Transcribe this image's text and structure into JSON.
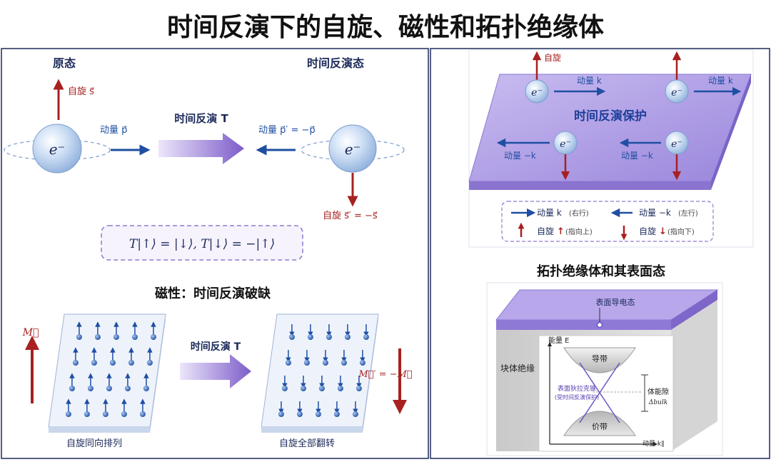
{
  "title": "时间反演下的自旋、磁性和拓扑绝缘体",
  "panel_a": {
    "original_label": "原态",
    "reversed_label": "时间反演态",
    "spin_label": "自旋 s⃗",
    "momentum_label": "动量 p⃗",
    "electron": "e⁻",
    "tr_label": "时间反演 T",
    "momentum_rev_label": "动量 p⃗′ = −p⃗",
    "spin_rev_label": "自旋 s⃗′ = −s⃗",
    "formula": "T|↑⟩ = |↓⟩,    T|↓⟩ = −|↑⟩"
  },
  "panel_b": {
    "heading": "磁性：时间反演破缺",
    "magnetization_label": "M⃗",
    "tr_label": "时间反演 T",
    "magnetization_rev_label": "M⃗′ = −M⃗",
    "aligned_caption": "自旋同向排列",
    "flipped_caption": "自旋全部翻转"
  },
  "panel_c": {
    "spin_label": "自旋",
    "momentum_k": "动量 k",
    "momentum_neg_k": "动量 −k",
    "electron": "e⁻",
    "protect_label": "时间反演保护",
    "legend": {
      "right_label": "动量 k",
      "right_note": "(右行)",
      "left_label": "动量 −k",
      "left_note": "(左行)",
      "up_label": "自旋",
      "up_note": "(指向上)",
      "down_label": "自旋",
      "down_note": "(指向下)"
    }
  },
  "panel_d": {
    "heading": "拓扑绝缘体和其表面态",
    "surface_label": "表面导电态",
    "bulk_label": "块体绝缘",
    "energy_label": "能量 E",
    "conduction_label": "导带",
    "valence_label": "价带",
    "dirac_label": "表面狄拉克锥",
    "dirac_note": "(受时间反演保护)",
    "gap_label": "体能隙",
    "gap_symbol": "Δbulk",
    "momentum_axis": "动量 k∥"
  },
  "colors": {
    "red": "#a82020",
    "blue": "#1f4fa3",
    "purple": "#7c5cc9",
    "plate_purple": "#a895e0",
    "sphere": "#bcd0ec"
  }
}
